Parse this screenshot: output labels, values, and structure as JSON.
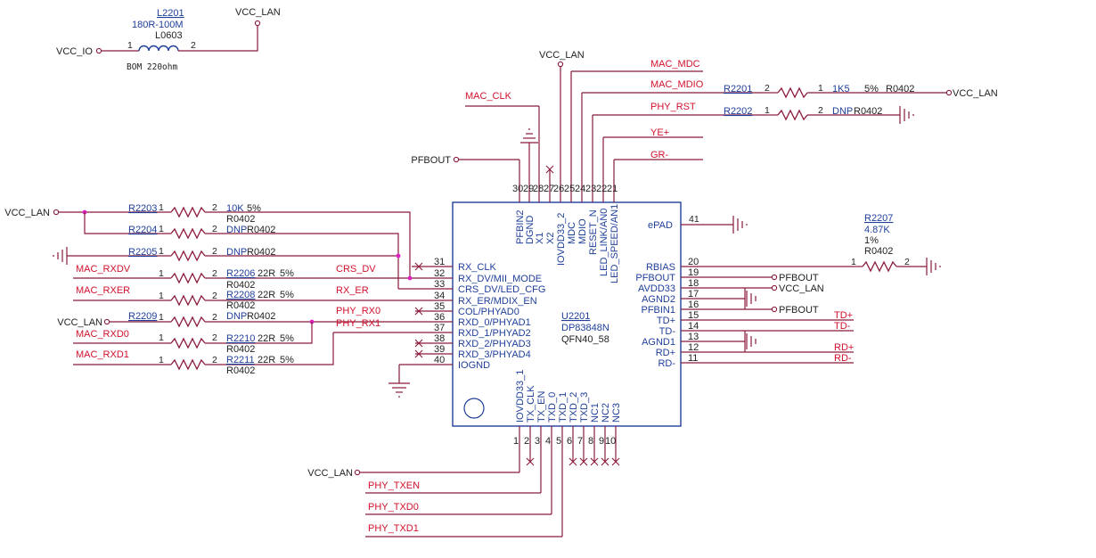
{
  "chip": {
    "ref": "U2201",
    "part": "DP83848N",
    "package": "QFN40_58",
    "epad_label": "ePAD",
    "epad_pin": "41",
    "pins": {
      "p1": {
        "num": "1",
        "name": "IOVDD33_1"
      },
      "p2": {
        "num": "2",
        "name": "TX_CLK"
      },
      "p3": {
        "num": "3",
        "name": "TX_EN"
      },
      "p4": {
        "num": "4",
        "name": "TXD_0"
      },
      "p5": {
        "num": "5",
        "name": "TXD_1"
      },
      "p6": {
        "num": "6",
        "name": "TXD_2"
      },
      "p7": {
        "num": "7",
        "name": "TXD_3"
      },
      "p8": {
        "num": "8",
        "name": "NC1"
      },
      "p9": {
        "num": "9",
        "name": "NC2"
      },
      "p10": {
        "num": "10",
        "name": "NC3"
      },
      "p11": {
        "num": "11",
        "name": "RD-"
      },
      "p12": {
        "num": "12",
        "name": "RD+"
      },
      "p13": {
        "num": "13",
        "name": "AGND1"
      },
      "p14": {
        "num": "14",
        "name": "TD-"
      },
      "p15": {
        "num": "15",
        "name": "TD+"
      },
      "p16": {
        "num": "16",
        "name": "PFBIN1"
      },
      "p17": {
        "num": "17",
        "name": "AGND2"
      },
      "p18": {
        "num": "18",
        "name": "AVDD33"
      },
      "p19": {
        "num": "19",
        "name": "PFBOUT"
      },
      "p20": {
        "num": "20",
        "name": "RBIAS"
      },
      "p21": {
        "num": "21",
        "name": "LED_SPEED/AN1"
      },
      "p22": {
        "num": "22",
        "name": "LED_LINK/AN0"
      },
      "p23": {
        "num": "23",
        "name": "RESET_N"
      },
      "p24": {
        "num": "24",
        "name": "MDIO"
      },
      "p25": {
        "num": "25",
        "name": "MDC"
      },
      "p26": {
        "num": "26",
        "name": "IOVDD33_2"
      },
      "p27": {
        "num": "27",
        "name": "X2"
      },
      "p28": {
        "num": "28",
        "name": "X1"
      },
      "p29": {
        "num": "29",
        "name": "DGND"
      },
      "p30": {
        "num": "30",
        "name": "PFBIN2"
      },
      "p31": {
        "num": "31",
        "name": "RX_CLK"
      },
      "p32": {
        "num": "32",
        "name": "RX_DV/MII_MODE"
      },
      "p33": {
        "num": "33",
        "name": "CRS_DV/LED_CFG"
      },
      "p34": {
        "num": "34",
        "name": "RX_ER/MDIX_EN"
      },
      "p35": {
        "num": "35",
        "name": "COL/PHYAD0"
      },
      "p36": {
        "num": "36",
        "name": "RXD_0/PHYAD1"
      },
      "p37": {
        "num": "37",
        "name": "RXD_1/PHYAD2"
      },
      "p38": {
        "num": "38",
        "name": "RXD_2/PHYAD3"
      },
      "p39": {
        "num": "39",
        "name": "RXD_3/PHYAD4"
      },
      "p40": {
        "num": "40",
        "name": "IOGND"
      }
    }
  },
  "inductor": {
    "ref": "L2201",
    "value": "180R-100M",
    "package": "L0603",
    "bom_note": "BOM 220ohm",
    "pin1": "1",
    "pin2": "2"
  },
  "resistors": {
    "r2201": {
      "ref": "R2201",
      "pin1": "2",
      "pin2": "1",
      "value": "1K5",
      "tol": "5%",
      "pkg": "R0402"
    },
    "r2202": {
      "ref": "R2202",
      "pin1": "1",
      "pin2": "2",
      "value": "DNP",
      "pkg": "R0402"
    },
    "r2203": {
      "ref": "R2203",
      "pin1": "1",
      "pin2": "2",
      "value": "10K",
      "tol": "5%",
      "pkg": "R0402"
    },
    "r2204": {
      "ref": "R2204",
      "pin1": "1",
      "pin2": "2",
      "value": "DNP",
      "pkg": "R0402"
    },
    "r2205": {
      "ref": "R2205",
      "pin1": "1",
      "pin2": "2",
      "value": "DNP",
      "pkg": "R0402"
    },
    "r2206": {
      "ref": "R2206",
      "pin1": "1",
      "pin2": "2",
      "value": "22R",
      "tol": "5%",
      "pkg": "R0402"
    },
    "r2208": {
      "ref": "R2208",
      "pin1": "1",
      "pin2": "2",
      "value": "22R",
      "tol": "5%",
      "pkg": "R0402"
    },
    "r2209": {
      "ref": "R2209",
      "pin1": "1",
      "pin2": "2",
      "value": "DNP",
      "pkg": "R0402"
    },
    "r2210": {
      "ref": "R2210",
      "pin1": "1",
      "pin2": "2",
      "value": "22R",
      "tol": "5%",
      "pkg": "R0402"
    },
    "r2211": {
      "ref": "R2211",
      "pin1": "1",
      "pin2": "2",
      "value": "22R",
      "tol": "5%",
      "pkg": "R0402"
    },
    "r2207": {
      "ref": "R2207",
      "pin1": "1",
      "pin2": "2",
      "value": "4.87K",
      "tol": "1%",
      "pkg": "R0402"
    }
  },
  "power": {
    "vcc_io": "VCC_IO",
    "vcc_lan_l2201": "VCC_LAN",
    "vcc_lan_top": "VCC_LAN",
    "vcc_lan_r2201": "VCC_LAN",
    "vcc_lan_left": "VCC_LAN",
    "vcc_lan_r2209": "VCC_LAN",
    "vcc_lan_bottom": "VCC_LAN",
    "vcc_lan_avdd": "VCC_LAN"
  },
  "nets": {
    "mac_mdc": "MAC_MDC",
    "mac_mdio": "MAC_MDIO",
    "phy_rst": "PHY_RST",
    "mac_clk": "MAC_CLK",
    "ye_plus": "YE+",
    "gr_minus": "GR-",
    "pfbout_left": "PFBOUT",
    "pfbout_r18": "PFBOUT",
    "pfbout_r16": "PFBOUT",
    "mac_rxdv": "MAC_RXDV",
    "crs_dv": "CRS_DV",
    "mac_rxer": "MAC_RXER",
    "rx_er": "RX_ER",
    "phy_rx0": "PHY_RX0",
    "phy_rx1": "PHY_RX1",
    "mac_rxd0": "MAC_RXD0",
    "mac_rxd1": "MAC_RXD1",
    "td_plus": "TD+",
    "td_minus": "TD-",
    "rd_plus": "RD+",
    "rd_minus": "RD-",
    "phy_txen": "PHY_TXEN",
    "phy_txd0": "PHY_TXD0",
    "phy_txd1": "PHY_TXD1"
  }
}
